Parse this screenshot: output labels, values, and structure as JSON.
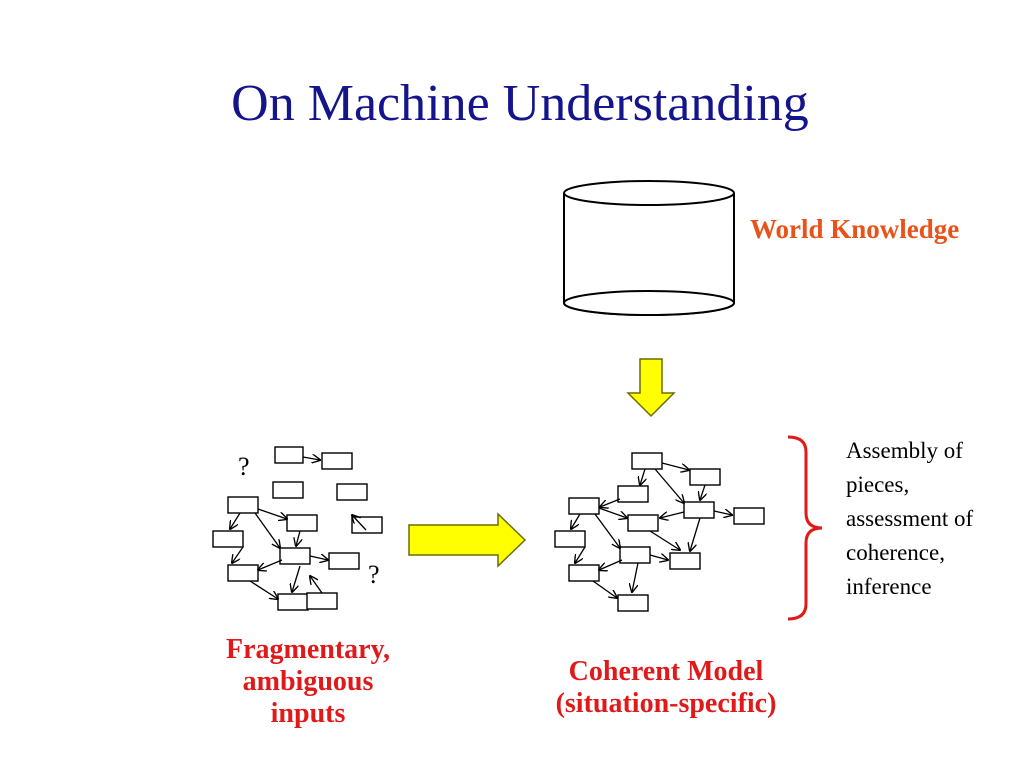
{
  "title": "On Machine Understanding",
  "world_knowledge_label": "World Knowledge",
  "question_marks": [
    "?",
    "?"
  ],
  "side_note": {
    "lines": [
      "Assembly of",
      "pieces,",
      "assessment of",
      "coherence,",
      "inference"
    ]
  },
  "left_caption": {
    "lines": [
      "Fragmentary,",
      "ambiguous",
      "inputs"
    ]
  },
  "right_caption": {
    "lines": [
      "Coherent Model",
      "(situation-specific)"
    ]
  },
  "colors": {
    "title": "#14148c",
    "world_knowledge": "#e8531a",
    "captions": "#e01a1a",
    "brace": "#e01a1a",
    "arrow_fill": "#ffff00",
    "arrow_stroke": "#6b6b00"
  },
  "icons": {
    "knowledge_store": "cylinder-icon",
    "flow_down": "arrow-down-icon",
    "flow_right": "arrow-right-icon",
    "grouping": "right-curly-brace-icon"
  }
}
